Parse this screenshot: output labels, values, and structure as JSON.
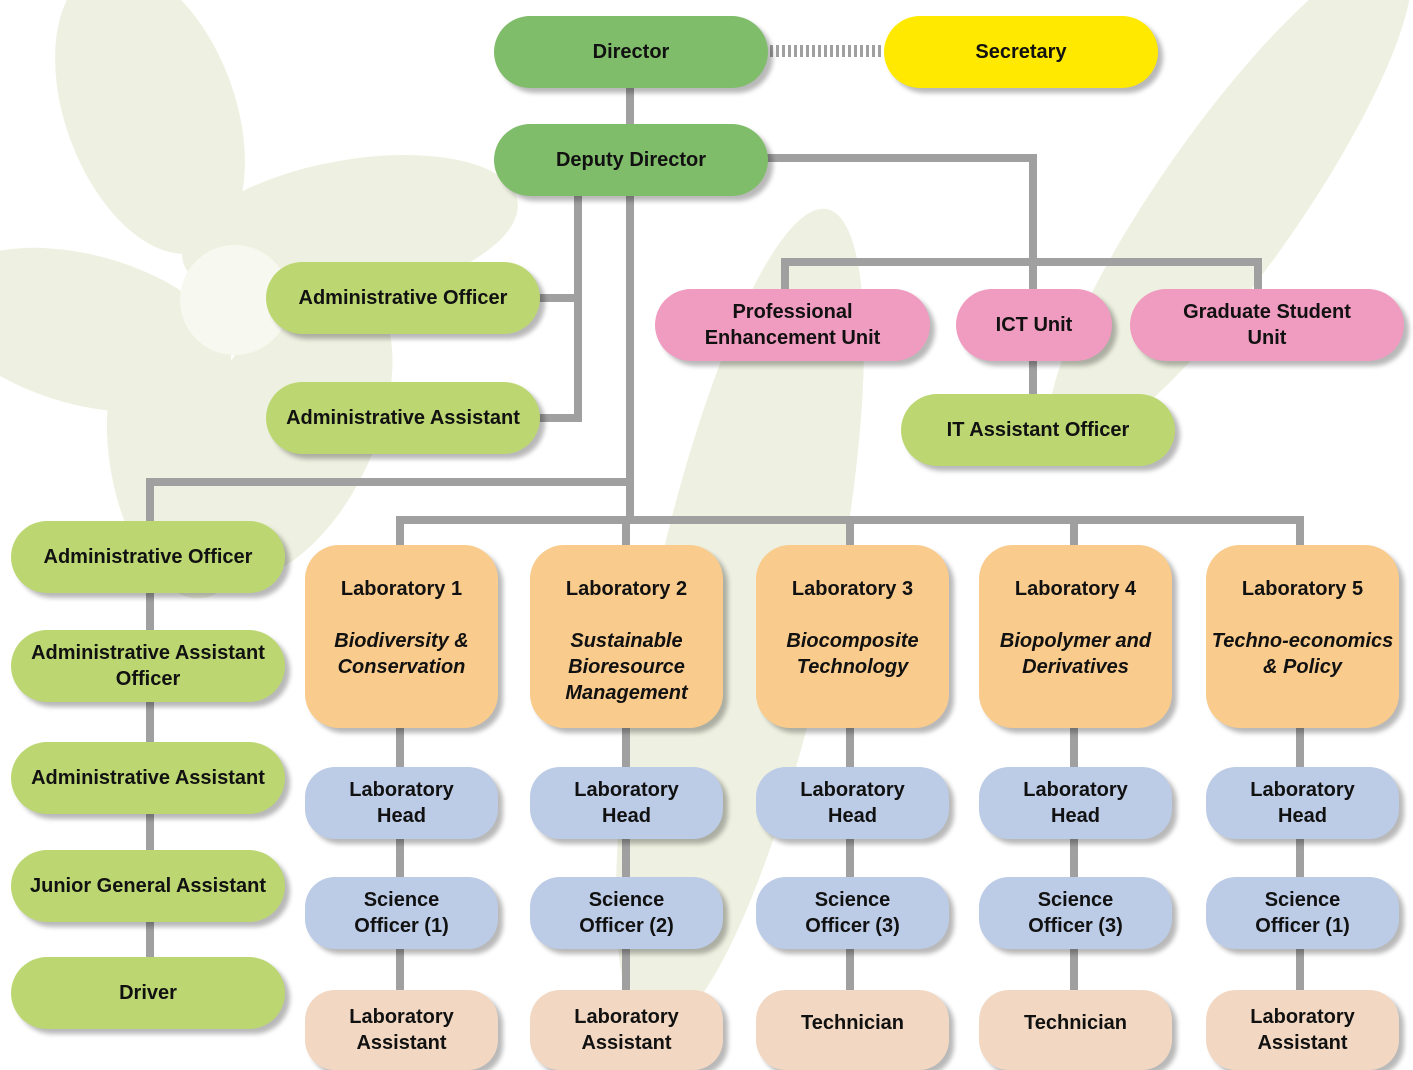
{
  "director": "Director",
  "secretary": "Secretary",
  "deputy_director": "Deputy Director",
  "admin_officer_upper": "Administrative Officer",
  "admin_assistant_upper": "Administrative Assistant",
  "units": {
    "professional": "Professional Enhancement Unit",
    "ict": "ICT Unit",
    "graduate": "Graduate Student Unit",
    "it_assistant": "IT Assistant Officer"
  },
  "admin_column": [
    "Administrative Officer",
    "Administrative Assistant Officer",
    "Administrative Assistant",
    "Junior General Assistant",
    "Driver"
  ],
  "labs": [
    {
      "title": "Laboratory 1",
      "subtitle": "Biodiversity & Conservation",
      "head": "Laboratory Head",
      "officer": "Science Officer (1)",
      "support": "Laboratory Assistant"
    },
    {
      "title": "Laboratory 2",
      "subtitle": "Sustainable Bioresource Management",
      "head": "Laboratory Head",
      "officer": "Science Officer (2)",
      "support": "Laboratory Assistant"
    },
    {
      "title": "Laboratory 3",
      "subtitle": "Biocomposite Technology",
      "head": "Laboratory Head",
      "officer": "Science Officer (3)",
      "support": "Technician"
    },
    {
      "title": "Laboratory 4",
      "subtitle": "Biopolymer and Derivatives",
      "head": "Laboratory Head",
      "officer": "Science Officer (3)",
      "support": "Technician"
    },
    {
      "title": "Laboratory 5",
      "subtitle": "Techno-economics & Policy",
      "head": "Laboratory Head",
      "officer": "Science Officer (1)",
      "support": "Laboratory Assistant"
    }
  ],
  "colors": {
    "director_green": "#80bd6b",
    "staff_lime": "#bcd772",
    "secretary_yellow": "#ffe900",
    "unit_pink": "#f09bc0",
    "lab_orange": "#f9cb8c",
    "role_blue": "#bccbe6",
    "support_tan": "#f2d8c2",
    "connector_gray": "#999999"
  }
}
